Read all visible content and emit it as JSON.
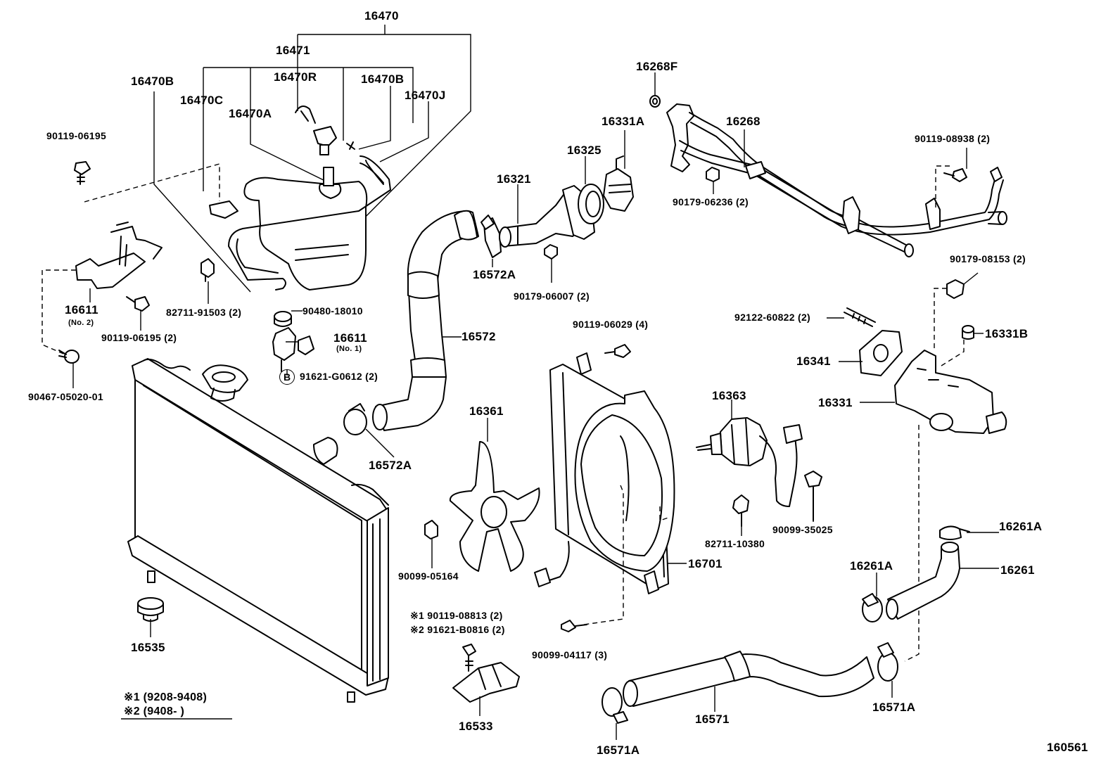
{
  "diagram_id": "160561",
  "labels": {
    "p16470": "16470",
    "p16471": "16471",
    "p16470B_left": "16470B",
    "p16470R": "16470R",
    "p16470B_right": "16470B",
    "p16470J": "16470J",
    "p16470C": "16470C",
    "p16470A": "16470A",
    "p90119_06195_top": "90119-06195",
    "p16611_no2": "16611",
    "p16611_no2_sub": "(No. 2)",
    "p90119_06195_2": "90119-06195 (2)",
    "p82711_91503": "82711-91503 (2)",
    "p90480_18010": "90480-18010",
    "p16611_no1": "16611",
    "p16611_no1_sub": "(No. 1)",
    "p91621_G0612": "91621-G0612 (2)",
    "circle_b": "B",
    "p90467_05020": "90467-05020-01",
    "p16535": "16535",
    "p16268F": "16268F",
    "p16268": "16268",
    "p16331A": "16331A",
    "p16325": "16325",
    "p16321": "16321",
    "p16572A_top": "16572A",
    "p90179_06007": "90179-06007 (2)",
    "p90179_06236": "90179-06236 (2)",
    "p90119_08938": "90119-08938 (2)",
    "p90179_08153": "90179-08153 (2)",
    "p16572": "16572",
    "p16572A_bottom": "16572A",
    "p90119_06029": "90119-06029 (4)",
    "p92122_60822": "92122-60822 (2)",
    "p16331B": "16331B",
    "p16341": "16341",
    "p16331": "16331",
    "p16361": "16361",
    "p16363": "16363",
    "p90099_05164": "90099-05164",
    "p82711_10380": "82711-10380",
    "p90099_35025": "90099-35025",
    "p16701": "16701",
    "p16261A_top": "16261A",
    "p16261A_mid": "16261A",
    "p16261": "16261",
    "p90119_08813": "※1 90119-08813 (2)",
    "p91621_B0816": "※2 91621-B0816 (2)",
    "p90099_04117": "90099-04117 (3)",
    "p16533": "16533",
    "p16571": "16571",
    "p16571A_left": "16571A",
    "p16571A_right": "16571A"
  },
  "legend": {
    "note1": "※1 (9208-9408)",
    "note2": "※2 (9408-      )"
  }
}
